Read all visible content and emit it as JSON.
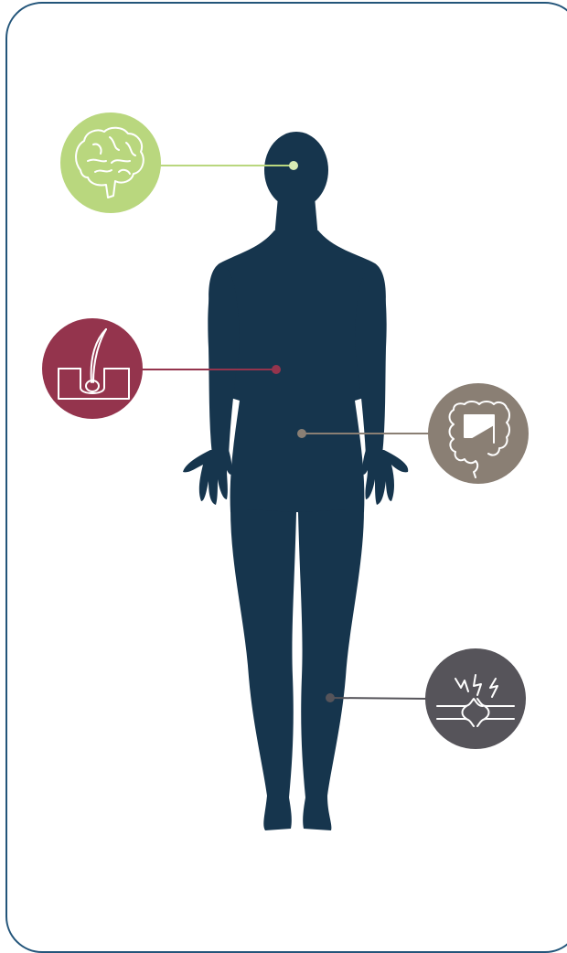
{
  "colors": {
    "frame_border": "#23557a",
    "silhouette": "#16354d",
    "brain_badge": "#b9d77e",
    "hair_badge": "#94344d",
    "intestine_badge": "#8a7f74",
    "joint_badge": "#56545a",
    "icon_stroke": "#ffffff"
  },
  "markers": [
    {
      "name": "brain",
      "icon": "brain-icon",
      "color": "#b9d77e",
      "target_region": "head"
    },
    {
      "name": "hair-follicle",
      "icon": "hair-follicle-icon",
      "color": "#94344d",
      "target_region": "torso"
    },
    {
      "name": "intestine",
      "icon": "intestine-icon",
      "color": "#8a7f74",
      "target_region": "abdomen"
    },
    {
      "name": "joint-pain",
      "icon": "joint-pain-icon",
      "color": "#56545a",
      "target_region": "leg"
    }
  ]
}
